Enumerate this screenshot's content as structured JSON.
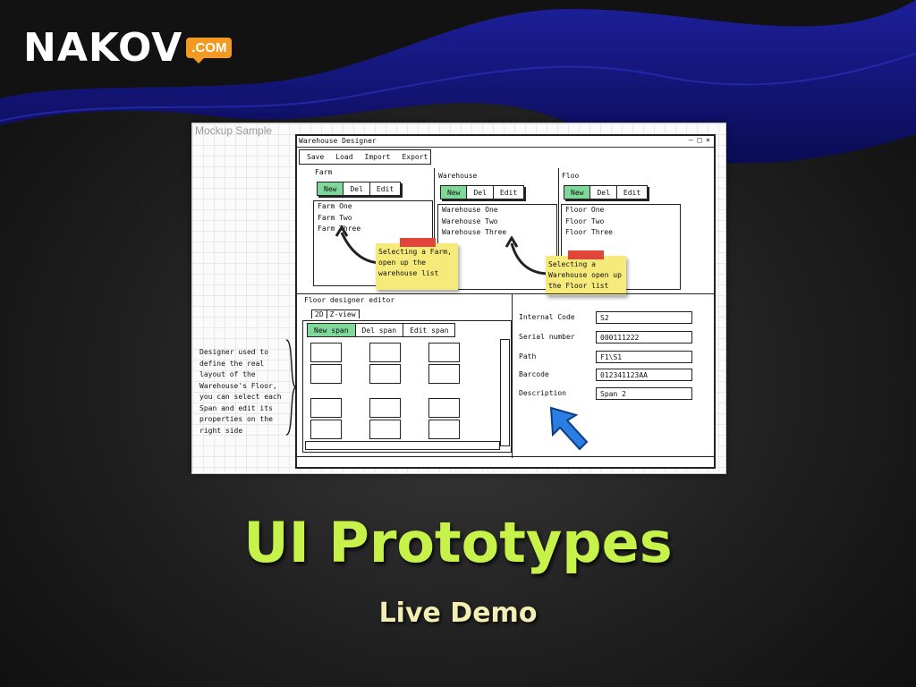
{
  "logo": {
    "brand": "NAKOV",
    "badge": ".COM"
  },
  "slide": {
    "title": "UI Prototypes",
    "subtitle": "Live Demo"
  },
  "mockup": {
    "label": "Mockup Sample",
    "window_title": "Warehouse Designer",
    "window_controls": "– □ ×",
    "menu": [
      "Save",
      "Load",
      "Import",
      "Export"
    ],
    "farm": {
      "label": "Farm",
      "buttons": [
        "New",
        "Del",
        "Edit"
      ],
      "items": [
        "Farm One",
        "Farm Two",
        "Farm Three"
      ]
    },
    "warehouse": {
      "label": "Warehouse",
      "buttons": [
        "New",
        "Del",
        "Edit"
      ],
      "items": [
        "Warehouse One",
        "Warehouse Two",
        "Warehouse Three"
      ]
    },
    "floor": {
      "label": "Floo",
      "buttons": [
        "New",
        "Del",
        "Edit"
      ],
      "items": [
        "Floor One",
        "Floor Two",
        "Floor Three"
      ]
    },
    "note1": "Selecting a Farm, open up the warehouse list",
    "note2": "Selecting a Warehouse open up the Floor list",
    "editor_label": "Floor designer editor",
    "tabs": [
      "2D",
      "Z-view"
    ],
    "span_buttons": [
      "New span",
      "Del span",
      "Edit span"
    ],
    "left_note": "Designer used to define the real layout of the Warehouse's Floor, you can select each Span and edit its properties on the right side",
    "fields": [
      {
        "label": "Internal Code",
        "value": "S2"
      },
      {
        "label": "Serial number",
        "value": "000111222"
      },
      {
        "label": "Path",
        "value": "F1\\S1"
      },
      {
        "label": "Barcode",
        "value": "012341123AA"
      },
      {
        "label": "Description",
        "value": "Span 2"
      }
    ],
    "colors": {
      "button_active": "#7fd89a",
      "sticky": "#f6ea7a",
      "tape": "#e0463a",
      "arrow": "#2a7de1"
    }
  }
}
